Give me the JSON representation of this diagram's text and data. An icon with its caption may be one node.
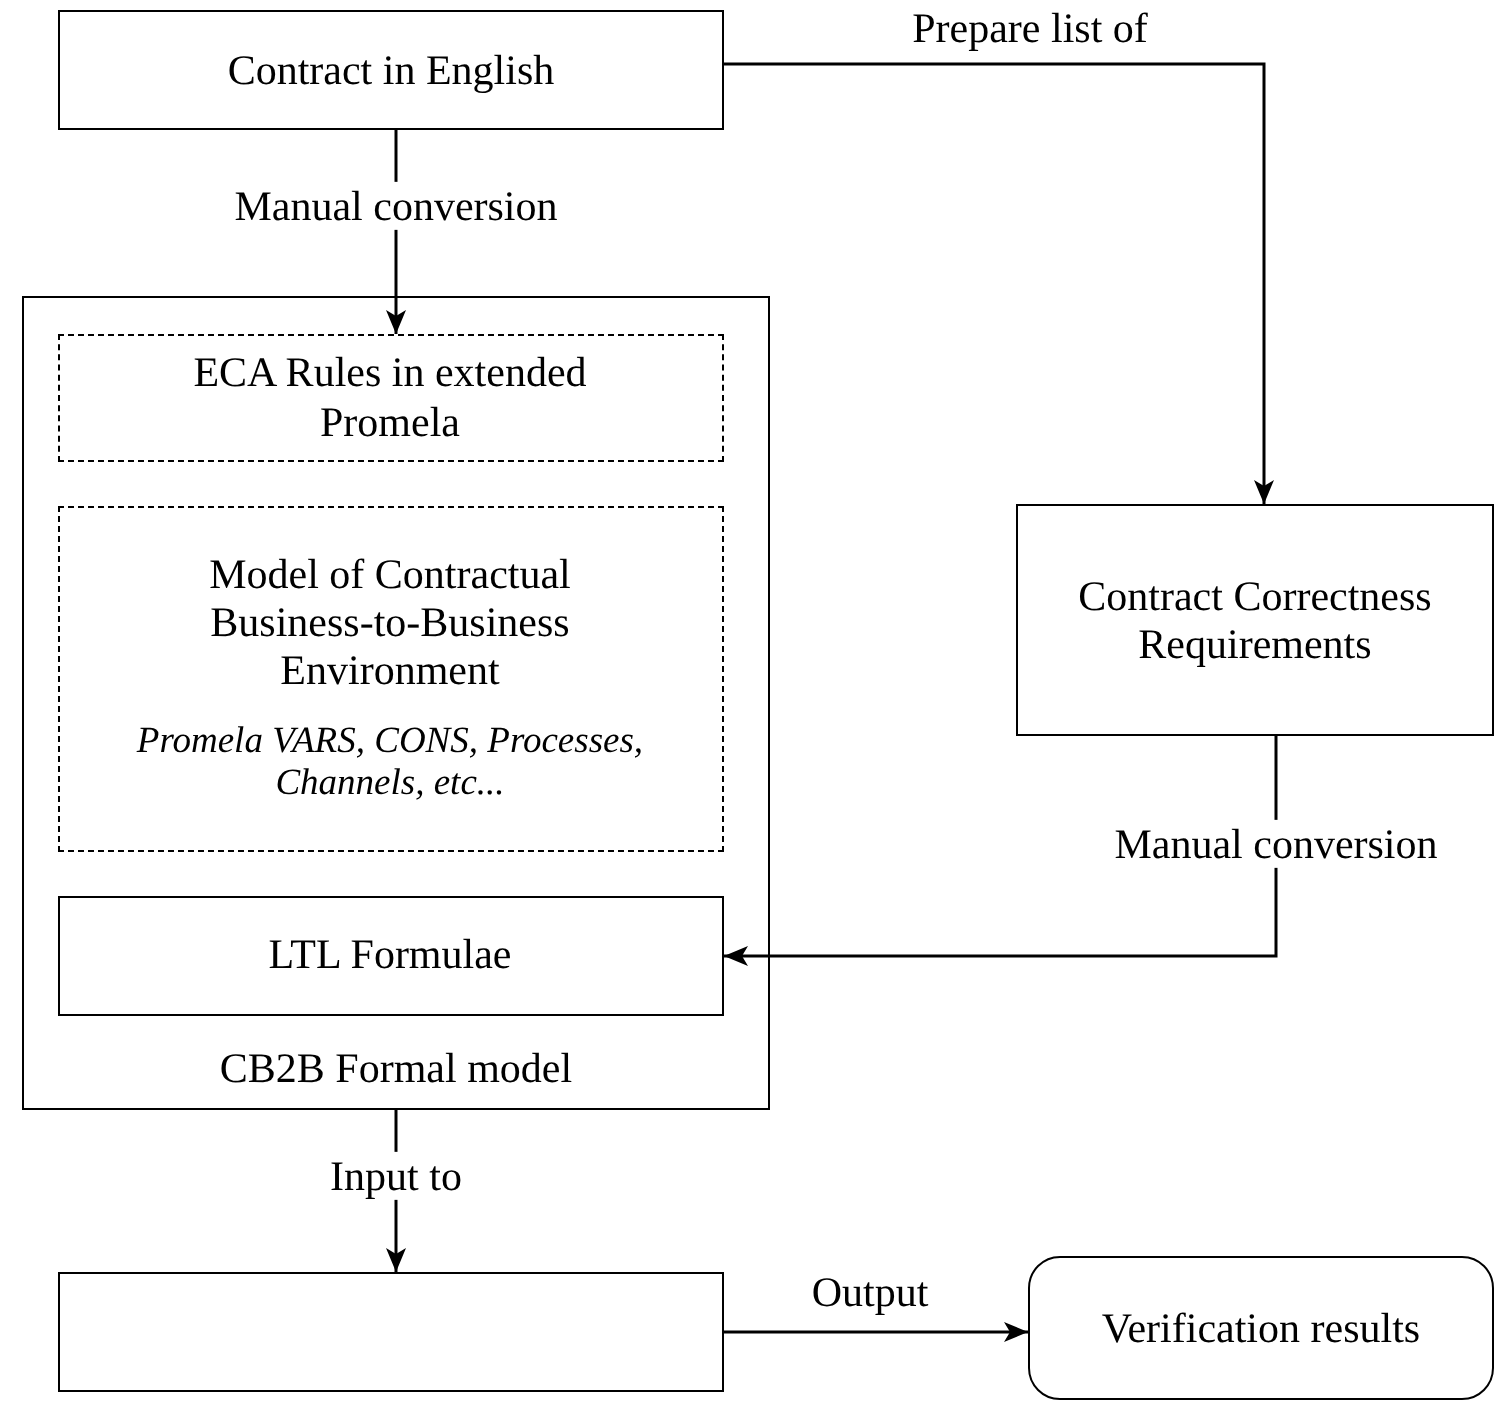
{
  "diagram": {
    "nodes": [
      {
        "text": [
          "Contract in English"
        ]
      },
      {
        "text": [
          "CB2B Formal model"
        ]
      },
      {
        "text": [
          "ECA Rules in extended Promela"
        ],
        "in": 1
      },
      {
        "text": [
          "Model of Contractual Business-to-Business Environment",
          "Promela VARS, CONS, Processes, Channels, etc..."
        ],
        "in": 1
      },
      {
        "text": [
          "LTL Formulae"
        ],
        "in": 1
      },
      {
        "text": [
          "Contract Correctness Requirements"
        ]
      },
      {
        "text": [],
        "shape": "box"
      },
      {
        "text": [
          "Verification results"
        ]
      }
    ],
    "edges": [
      {
        "from": 0,
        "to": 2,
        "arrow": "to",
        "label": "Manual conversion"
      },
      {
        "from": 0,
        "to": 5,
        "arrow": "to",
        "label": "Prepare list of"
      },
      {
        "from": 5,
        "to": 4,
        "arrow": "to",
        "label": "Manual conversion"
      },
      {
        "from": 1,
        "to": 6,
        "arrow": "to",
        "label": "Input to"
      },
      {
        "from": 6,
        "to": 7,
        "arrow": "to",
        "label": "Output"
      }
    ]
  }
}
